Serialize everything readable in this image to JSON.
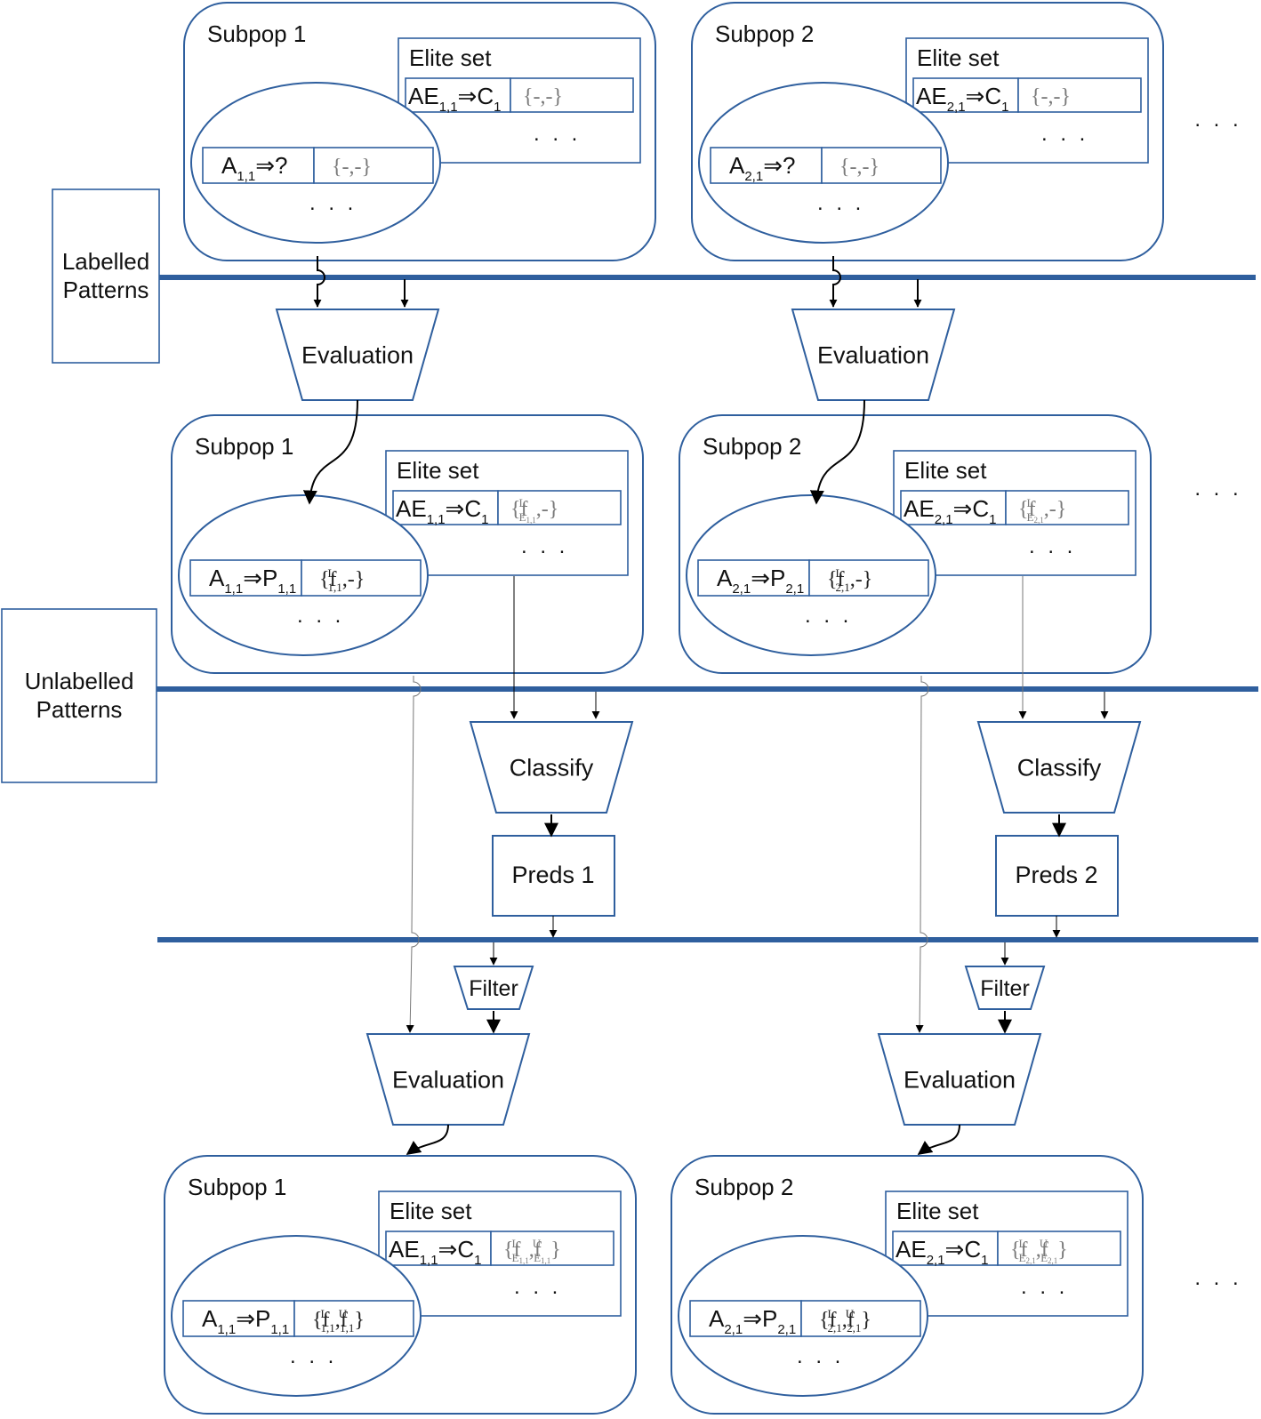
{
  "side_labels": {
    "labelled": [
      "Labelled",
      "Patterns"
    ],
    "unlabelled": [
      "Unlabelled",
      "Patterns"
    ]
  },
  "process": {
    "evaluation": "Evaluation",
    "classify": "Classify",
    "filter": "Filter",
    "preds_1": "Preds 1",
    "preds_2": "Preds 2"
  },
  "subpops": {
    "subpop_1": "Subpop 1",
    "subpop_2": "Subpop 2",
    "elite_set": "Elite set",
    "dots": ". . ."
  },
  "rules": {
    "antecedent": "A",
    "elite_antecedent": "AE",
    "arrow": "⇒",
    "consequent": "C",
    "prediction": "P",
    "unknown": "?",
    "index_1": "1,1",
    "index_2": "2,1",
    "class_index": "1"
  },
  "fitness": {
    "symbol": "f",
    "labelled_sup": "L",
    "unlabelled_sup": "U",
    "elite_sub_letter": "E",
    "elite_sub_1": "1,1",
    "elite_sub_2": "2,1",
    "empty_pair": "{-,-}",
    "open": "{",
    "close": "}",
    "comma": ",",
    "dash": "-"
  },
  "stage_fitness_state": {
    "stage_1": "none",
    "stage_2": "labelled only",
    "stage_3": "labelled and unlabelled"
  },
  "colors": {
    "accent_blue": "#2f5f9e",
    "fitness_grey": "#7a7a7a",
    "text": "#111111"
  }
}
